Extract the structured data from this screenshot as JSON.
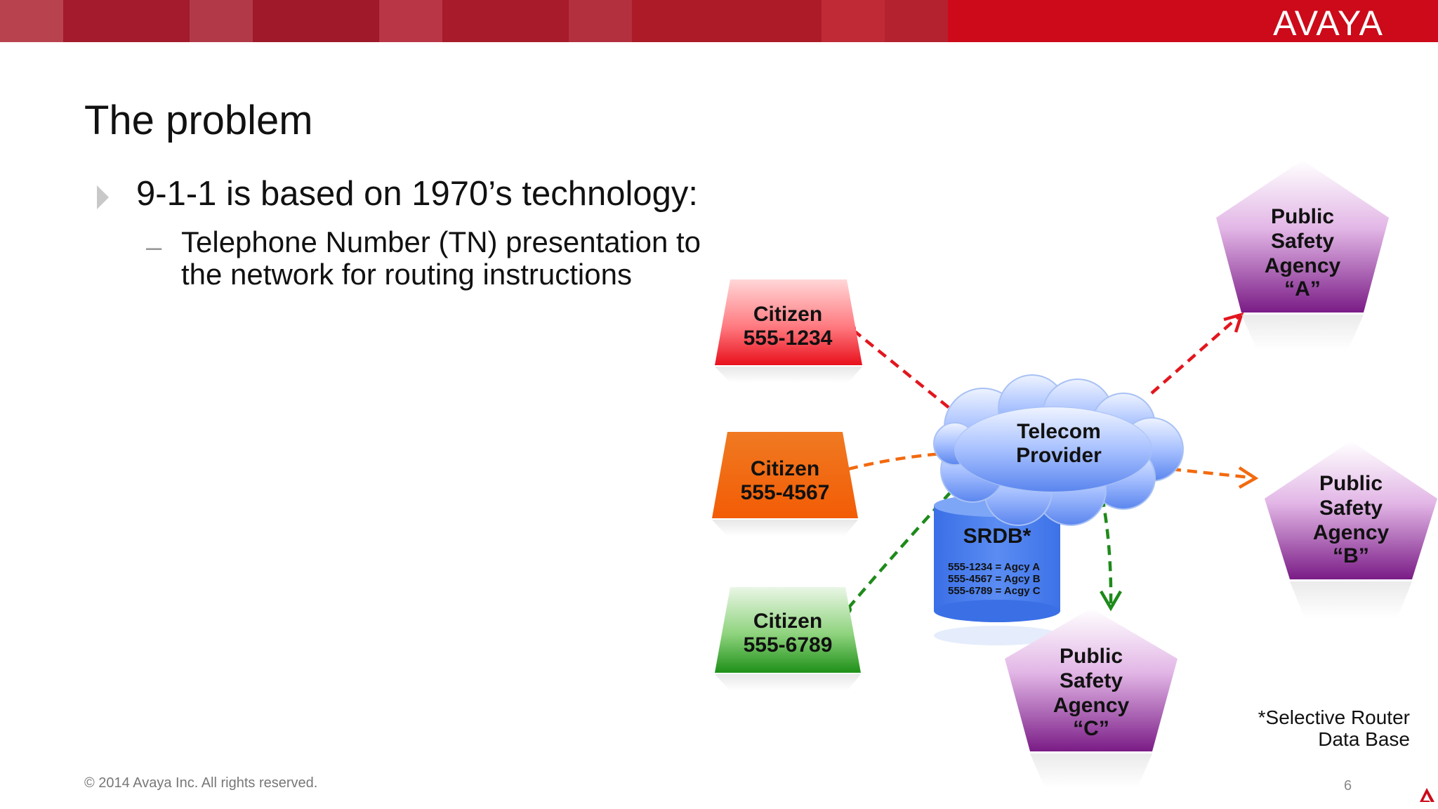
{
  "brand": {
    "logo_text": "AVAYA",
    "accent": "#cc0a1a"
  },
  "slide": {
    "title": "The problem",
    "bullet": "9-1-1 is based on 1970’s technology:",
    "sub_dash": "–",
    "sub_bullet": "Telephone Number (TN) presentation to the network for routing instructions"
  },
  "diagram": {
    "citizens": [
      {
        "line1": "Citizen",
        "line2": "555-1234",
        "color": "#e8161e"
      },
      {
        "line1": "Citizen",
        "line2": "555-4567",
        "color": "#f26a0f"
      },
      {
        "line1": "Citizen",
        "line2": "555-6789",
        "color": "#2f9a1e"
      }
    ],
    "cloud": {
      "line1": "Telecom",
      "line2": "Provider"
    },
    "database": {
      "title": "SRDB*",
      "rows": [
        "555-1234 = Agcy A",
        "555-4567 = Agcy B",
        "555-6789 = Acgy C"
      ]
    },
    "agencies": [
      {
        "lines": [
          "Public",
          "Safety",
          "Agency",
          "“A”"
        ]
      },
      {
        "lines": [
          "Public",
          "Safety",
          "Agency",
          "“B”"
        ]
      },
      {
        "lines": [
          "Public",
          "Safety",
          "Agency",
          "“C”"
        ]
      }
    ],
    "note_line1": "*Selective Router",
    "note_line2": "Data Base"
  },
  "footer": {
    "copyright": "© 2014 Avaya Inc. All rights reserved.",
    "page": "6"
  }
}
